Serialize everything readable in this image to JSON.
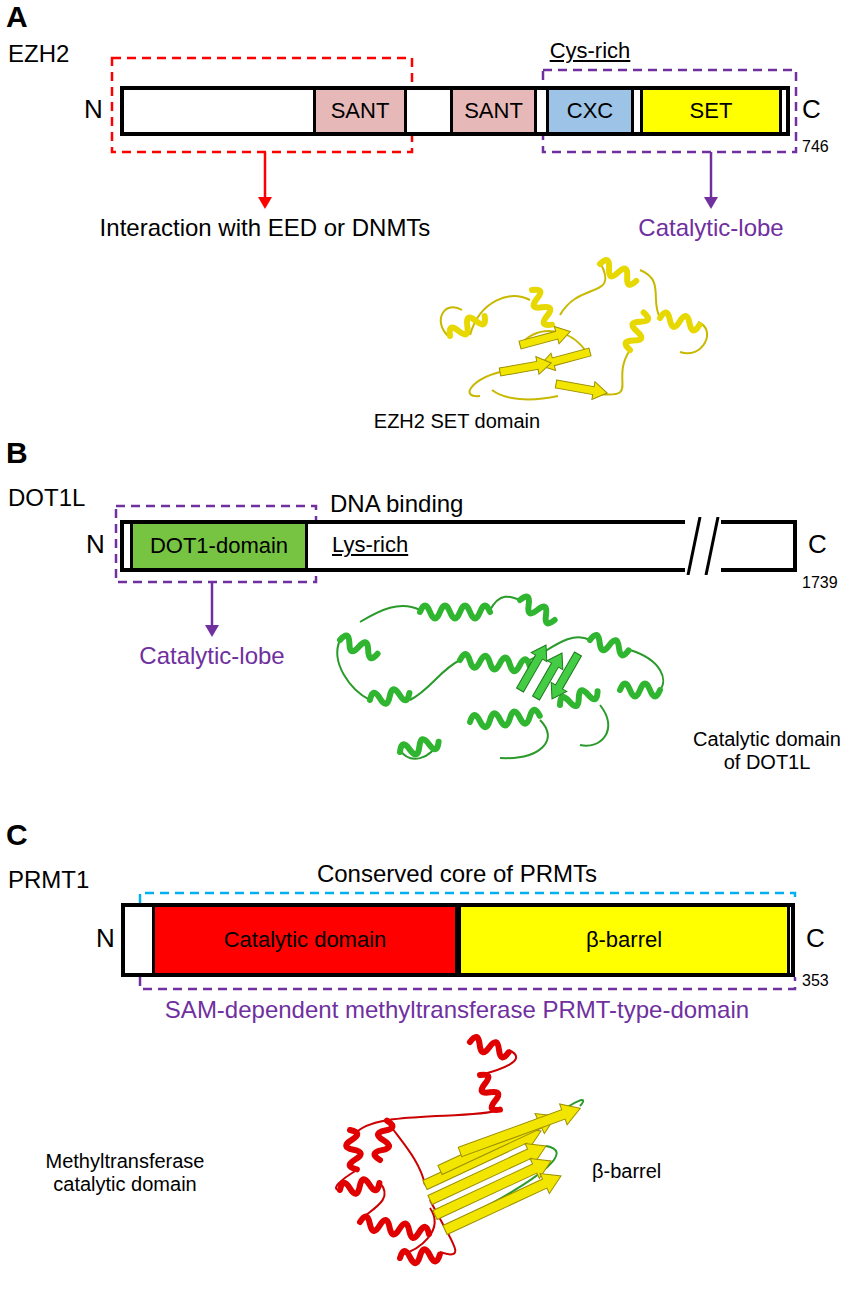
{
  "diagram": {
    "nodes": [
      {
        "text": [
          "EZH2"
        ]
      },
      {
        "text": [
          "SANT"
        ],
        "in": 0
      },
      {
        "text": [
          "SANT"
        ],
        "in": 0
      },
      {
        "text": [
          "CXC"
        ],
        "in": 0
      },
      {
        "text": [
          "SET"
        ],
        "in": 0
      },
      {
        "text": [
          "DOT1L"
        ]
      },
      {
        "text": [
          "DOT1-domain"
        ],
        "in": 5
      },
      {
        "text": [
          "PRMT1"
        ]
      },
      {
        "text": [
          "Catalytic domain"
        ],
        "in": 7
      },
      {
        "text": [
          "β-barrel"
        ],
        "in": 7
      }
    ],
    "labels": [
      "A",
      "N",
      "C",
      "746",
      "Cys-rich",
      "Interaction with EED or DNMTs",
      "Catalytic-lobe",
      "EZH2 SET domain",
      "B",
      "N",
      "DNA binding",
      "Lys-rich",
      "C",
      "1739",
      "Catalytic-lobe",
      "Catalytic domain of DOT1L",
      "C",
      "Conserved core of PRMTs",
      "N",
      "C",
      "353",
      "SAM-dependent methyltransferase PRMT-type-domain",
      "Methyltransferase catalytic domain",
      "β-barrel"
    ]
  }
}
